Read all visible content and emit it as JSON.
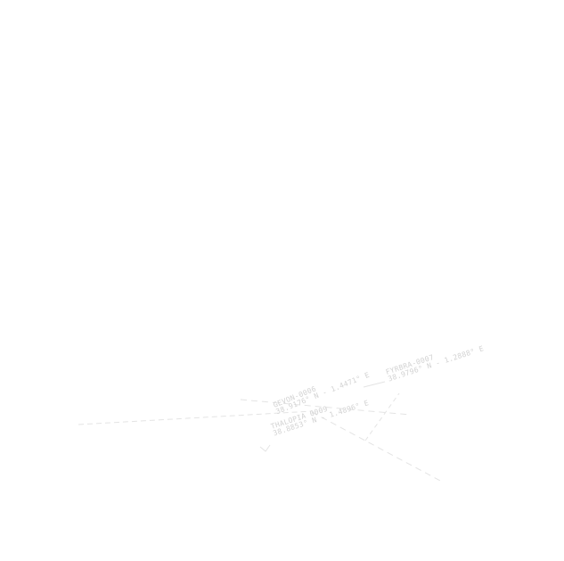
{
  "map": {
    "background": "#ffffff",
    "line_color": "#e4e4e4",
    "label_color": "#d2d2d2",
    "waypoints": [
      {
        "name": "GEVON-0006",
        "coords": "38.9176° N - 1.4471° E"
      },
      {
        "name": "FYRBRA-0007",
        "coords": "38.9796° N - 1.2888° E"
      },
      {
        "name": "THALOPIA 0009",
        "coords": "38.8853° N - 1.4896° E"
      }
    ]
  }
}
